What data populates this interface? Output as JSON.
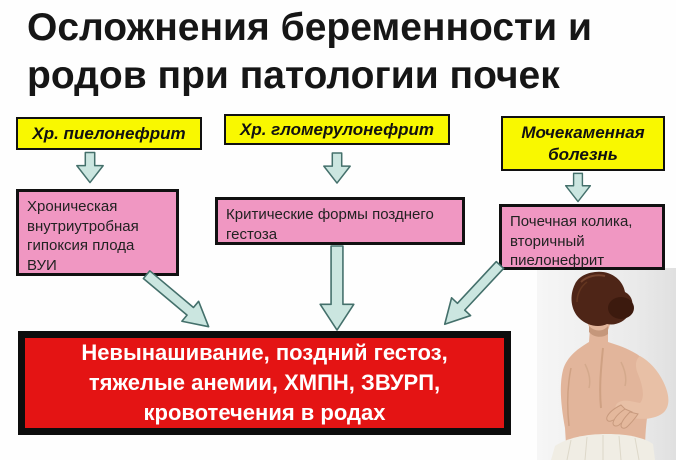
{
  "title": {
    "lines": [
      "Осложнения беременности и",
      "родов при патологии почек"
    ]
  },
  "causes": [
    {
      "label": "Хр. пиелонефрит"
    },
    {
      "label": "Хр. гломерулонефрит"
    },
    {
      "label": "Мочекаменная болезнь"
    }
  ],
  "effects": [
    {
      "text": "Хроническая внутриутробная гипоксия плода ВУИ"
    },
    {
      "text": "Критические формы позднего гестоза"
    },
    {
      "text": "Почечная колика, вторичный пиелонефрит"
    }
  ],
  "outcome": {
    "lines": [
      "Невынашивание, поздний гестоз,",
      "тяжелые анемии, ХМПН, ЗВУРП,",
      "кровотечения в родах"
    ]
  },
  "icons": {
    "arrows": [
      "down-arrow-icon",
      "down-arrow-icon",
      "down-arrow-icon",
      "long-down-arrow-icon",
      "diagonal-down-right-arrow-icon",
      "diagonal-down-left-arrow-icon"
    ],
    "photo": "woman-back-pain-photo"
  },
  "colors": {
    "title": "#161616",
    "border": "#111111",
    "cause_box": "#f9f800",
    "effect_box": "#f097c2",
    "outcome_box": "#e41414",
    "outcome_text": "#ffffff",
    "arrow_fill": "#cbe6e0",
    "arrow_outline": "#44706b"
  }
}
